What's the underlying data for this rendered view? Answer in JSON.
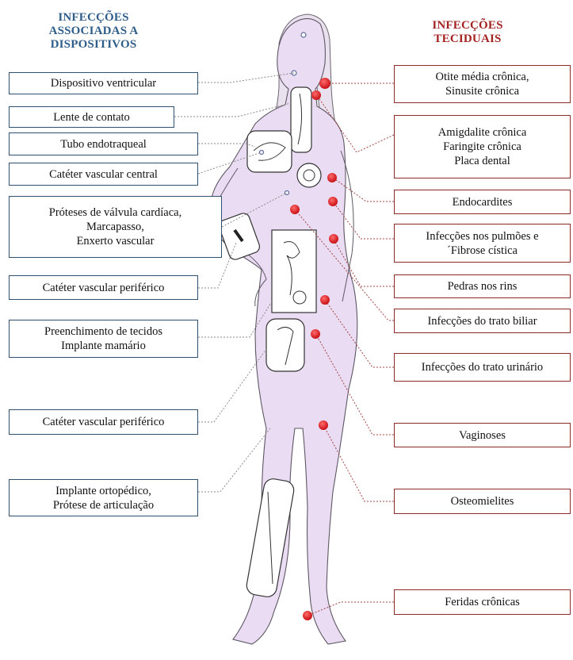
{
  "headers": {
    "left": "INFECÇÕES\nASSOCIADAS A\nDISPOSITIVOS",
    "right": "INFECÇÕES\nTECIDUAIS"
  },
  "device_infections": [
    "Dispositivo ventricular",
    "Lente de contato",
    "Tubo endotraqueal",
    "Catéter vascular central",
    "Próteses de válvula cardíaca,\nMarcapasso,\nEnxerto vascular",
    "Catéter vascular periférico",
    "Preenchimento de tecidos\nImplante mamário",
    "Catéter vascular periférico",
    "Implante ortopédico,\nPrótese de articulação"
  ],
  "tissue_infections": [
    "Otite média crônica,\nSinusite crônica",
    "Amigdalite crônica\nFaringite crônica\nPlaca dental",
    "Endocardites",
    "Infecções nos pulmões e\n´Fibrose cística",
    "Pedras nos rins",
    "Infecções do trato biliar",
    "Infecções do trato urinário",
    "Vaginoses",
    "Osteomielites",
    "Feridas crônicas"
  ],
  "colors": {
    "left_header": "#2f5d8a",
    "right_header": "#a32323",
    "left_border": "#2f4f6f",
    "right_border": "#8e2a2a",
    "body_fill": "#eadcf3",
    "infection_dot": "#d8161c"
  }
}
